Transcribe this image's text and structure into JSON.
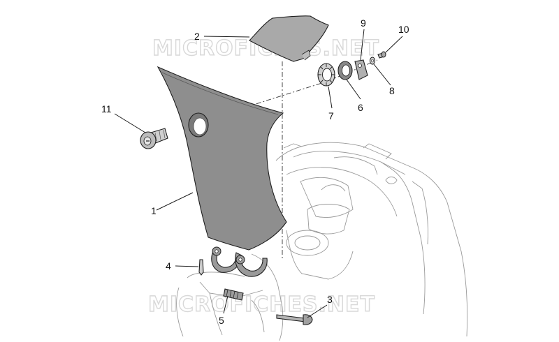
{
  "watermarks": [
    "MICROFICHES.NET",
    "MICROFICHES.NET"
  ],
  "callouts": [
    {
      "number": "1",
      "part": "front-cover-panel"
    },
    {
      "number": "2",
      "part": "upper-cover-plate"
    },
    {
      "number": "3",
      "part": "bolt"
    },
    {
      "number": "4",
      "part": "pin"
    },
    {
      "number": "5",
      "part": "spring"
    },
    {
      "number": "6",
      "part": "rubber-ring"
    },
    {
      "number": "7",
      "part": "lock-washer"
    },
    {
      "number": "8",
      "part": "washer"
    },
    {
      "number": "9",
      "part": "lock-cam"
    },
    {
      "number": "10",
      "part": "screw"
    },
    {
      "number": "11",
      "part": "lock-cylinder"
    }
  ],
  "colors": {
    "panel_fill": "#8e8e8e",
    "plate_fill": "#a9a9a9",
    "part_fill": "#b4b4b4",
    "outline": "#1f1f1f",
    "frame_lines": "#9a9a9a",
    "watermark_stroke": "#d8d8d8"
  }
}
